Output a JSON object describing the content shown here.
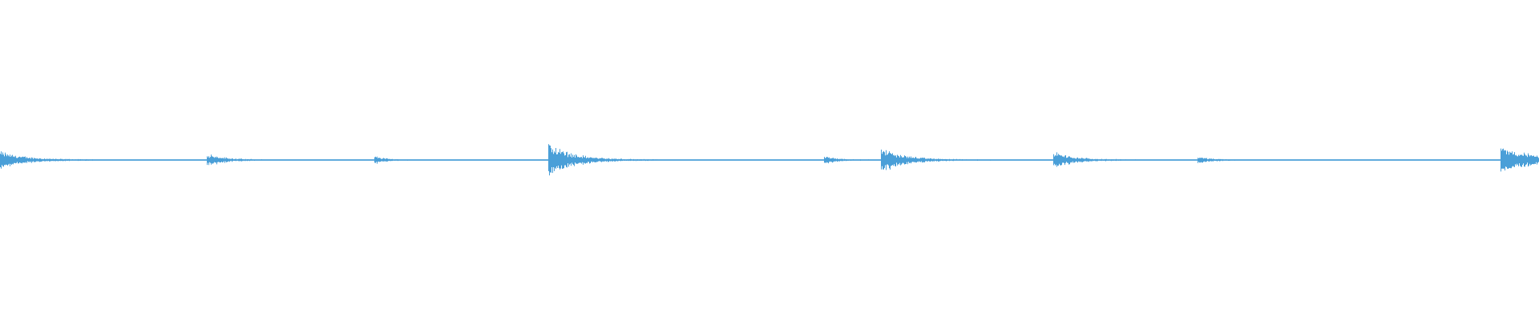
{
  "waveform": {
    "color": "#4a9fd8",
    "background": "#ffffff",
    "transients": [
      {
        "time_fraction": 0.0,
        "amplitude": 0.06,
        "decay": 0.015
      },
      {
        "time_fraction": 0.135,
        "amplitude": 0.045,
        "decay": 0.01
      },
      {
        "time_fraction": 0.244,
        "amplitude": 0.025,
        "decay": 0.006
      },
      {
        "time_fraction": 0.357,
        "amplitude": 0.115,
        "decay": 0.015
      },
      {
        "time_fraction": 0.536,
        "amplitude": 0.025,
        "decay": 0.008
      },
      {
        "time_fraction": 0.573,
        "amplitude": 0.085,
        "decay": 0.014
      },
      {
        "time_fraction": 0.685,
        "amplitude": 0.055,
        "decay": 0.012
      },
      {
        "time_fraction": 0.779,
        "amplitude": 0.02,
        "decay": 0.008
      },
      {
        "time_fraction": 0.976,
        "amplitude": 0.09,
        "decay": 0.022
      }
    ]
  }
}
